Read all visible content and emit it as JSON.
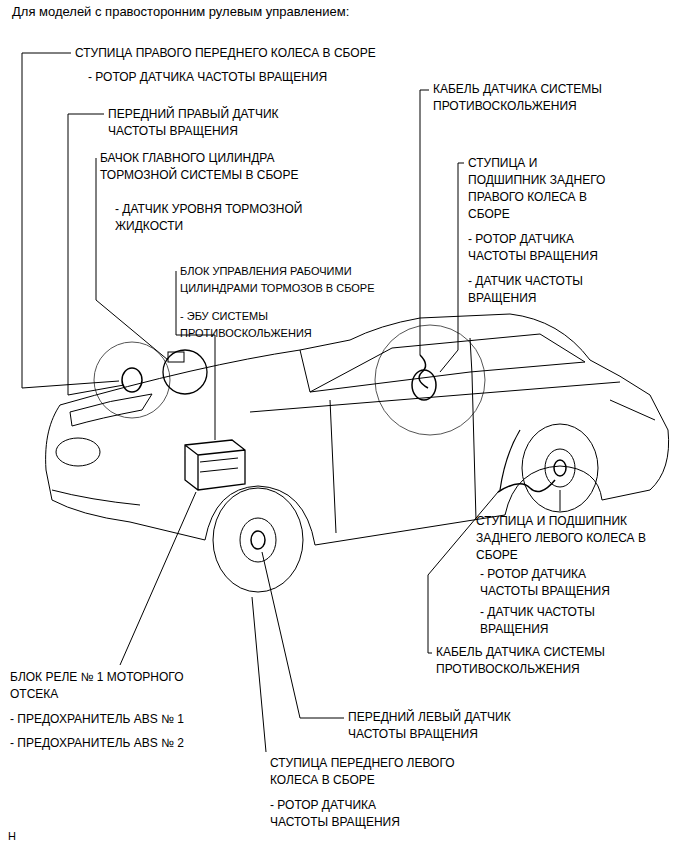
{
  "diagram": {
    "title": "Для моделей с правосторонним рулевым управлением:",
    "labels": [
      "СТУПИЦА ПРАВОГО ПЕРЕДНЕГО КОЛЕСА В СБОРЕ",
      "- РОТОР ДАТЧИКА ЧАСТОТЫ ВРАЩЕНИЯ",
      "ПЕРЕДНИЙ ПРАВЫЙ ДАТЧИК ЧАСТОТЫ ВРАЩЕНИЯ",
      "БАЧОК ГЛАВНОГО ЦИЛИНДРА ТОРМОЗНОЙ СИСТЕМЫ В СБОРЕ",
      "- ДАТЧИК УРОВНЯ ТОРМОЗНОЙ ЖИДКОСТИ",
      "БЛОК УПРАВЛЕНИЯ РАБОЧИМИ ЦИЛИНДРАМИ ТОРМОЗОВ В СБОРЕ",
      "- ЭБУ СИСТЕМЫ ПРОТИВОСКОЛЬЖЕНИЯ",
      "КАБЕЛЬ ДАТЧИКА СИСТЕМЫ ПРОТИВОСКОЛЬЖЕНИЯ",
      "СТУПИЦА И ПОДШИПНИК ЗАДНЕГО ПРАВОГО КОЛЕСА В СБОРЕ",
      "- РОТОР ДАТЧИКА ЧАСТОТЫ ВРАЩЕНИЯ",
      "- ДАТЧИК ЧАСТОТЫ ВРАЩЕНИЯ",
      "СТУПИЦА И ПОДШИПНИК ЗАДНЕГО ЛЕВОГО КОЛЕСА В СБОРЕ",
      "- РОТОР ДАТЧИКА ЧАСТОТЫ ВРАЩЕНИЯ",
      "- ДАТЧИК ЧАСТОТЫ ВРАЩЕНИЯ",
      "КАБЕЛЬ ДАТЧИКА СИСТЕМЫ ПРОТИВОСКОЛЬЖЕНИЯ",
      "БЛОК РЕЛЕ № 1 МОТОРНОГО ОТСЕКА",
      "- ПРЕДОХРАНИТЕЛЬ ABS № 1",
      "- ПРЕДОХРАНИТЕЛЬ ABS № 2",
      "ПЕРЕДНИЙ ЛЕВЫЙ ДАТЧИК ЧАСТОТЫ ВРАЩЕНИЯ",
      "СТУПИЦА ПЕРЕДНЕГО ЛЕВОГО КОЛЕСА В СБОРЕ",
      "- РОТОР ДАТЧИКА ЧАСТОТЫ ВРАЩЕНИЯ",
      "H"
    ]
  }
}
